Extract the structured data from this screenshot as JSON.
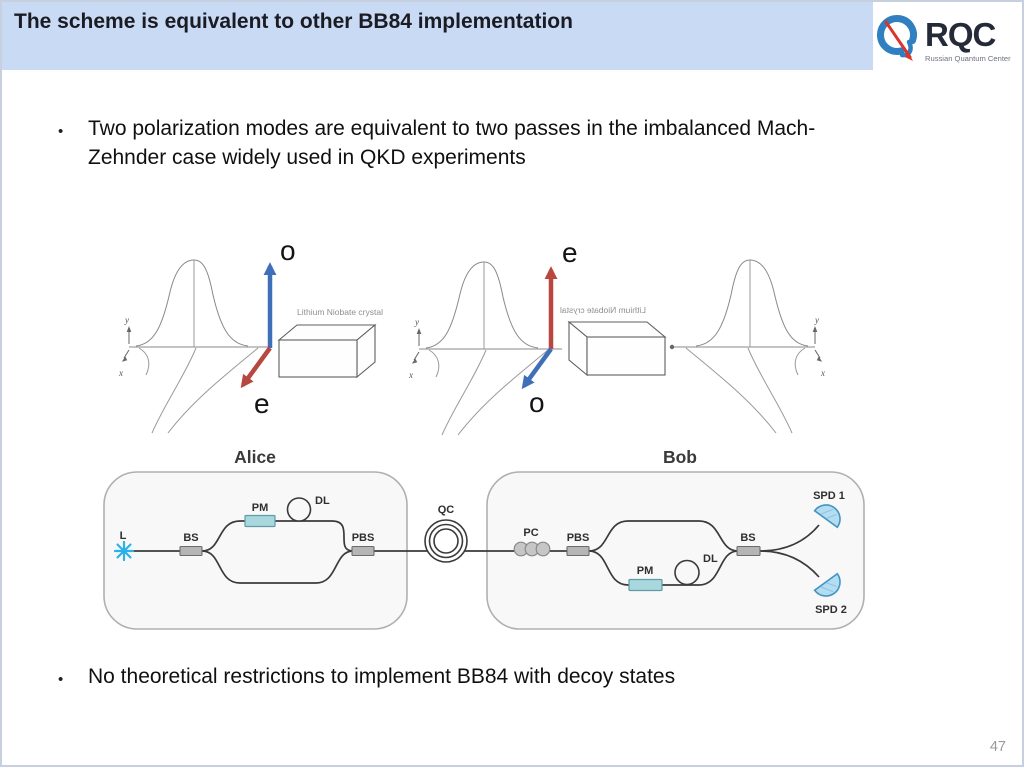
{
  "slide": {
    "title": "The scheme is equivalent to other BB84 implementation",
    "page_number": "47"
  },
  "logo": {
    "acronym": "RQC",
    "subtitle": "Russian Quantum Center"
  },
  "bullets": [
    {
      "marker": "•",
      "lines": [
        "Two polarization modes are equivalent to two passes in the imbalanced Mach-",
        "Zehnder case widely used in QKD experiments"
      ]
    },
    {
      "marker": "•",
      "lines": [
        "No theoretical restrictions to implement BB84 with decoy states"
      ]
    }
  ],
  "pulse_figures": {
    "fig1": {
      "axis_y": "y",
      "axis_x": "x",
      "up_arrow": {
        "label": "o",
        "color": "#3f6fb7"
      },
      "down_arrow": {
        "label": "e",
        "color": "#b8473f"
      },
      "crystal_label": "Lithium Niobate crystal"
    },
    "fig2": {
      "axis_y": "y",
      "axis_x": "x",
      "up_arrow": {
        "label": "e",
        "color": "#b8473f"
      },
      "down_arrow": {
        "label": "o",
        "color": "#3f6fb7"
      },
      "crystal_label": "Lithium Niobate crystal",
      "crystal_label_mirrored": true
    },
    "fig3": {
      "axis_y": "y",
      "axis_x": "x"
    }
  },
  "schematic": {
    "alice": {
      "title": "Alice",
      "laser": "L",
      "bs": "BS",
      "pm": "PM",
      "dl": "DL",
      "pbs": "PBS"
    },
    "channel": {
      "qc": "QC"
    },
    "bob": {
      "title": "Bob",
      "pc": "PC",
      "pbs": "PBS",
      "pm": "PM",
      "dl": "DL",
      "bs": "BS",
      "spd1": "SPD 1",
      "spd2": "SPD 2"
    }
  },
  "colors": {
    "header_bg": "#c9dbf4",
    "arrow_blue": "#3f6fb7",
    "arrow_red": "#b8473f",
    "pm_fill": "#a8d8dd",
    "detector_fill": "#b3ddf1",
    "laser": "#2bb0e8",
    "logo_blue": "#2f7fc1",
    "logo_red": "#d9352a",
    "page_number_color": "#9a9a9a"
  }
}
